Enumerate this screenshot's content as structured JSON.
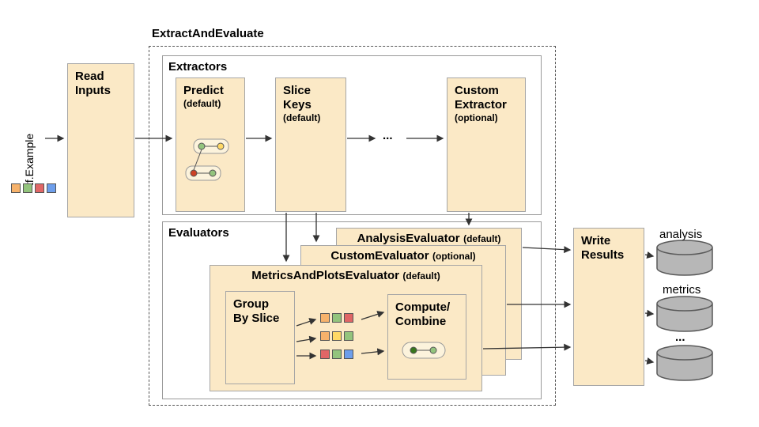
{
  "diagram_title": "ExtractAndEvaluate",
  "colors": {
    "node_fill": "#fbe9c6",
    "cylinder_fill": "#b7b7b7",
    "cylinder_stroke": "#595959",
    "orange": "#f6b26b",
    "green": "#93c47d",
    "red": "#e06666",
    "blue": "#6d9eeb",
    "yellow": "#ffd966"
  },
  "input": {
    "label": "tf.Example",
    "squares": [
      "#f6b26b",
      "#93c47d",
      "#e06666",
      "#6d9eeb"
    ]
  },
  "read_inputs": {
    "line1": "Read",
    "line2": "Inputs"
  },
  "extractors": {
    "label": "Extractors",
    "predict": {
      "title": "Predict",
      "qualifier": "(default)"
    },
    "slice_keys": {
      "line1": "Slice",
      "line2": "Keys",
      "qualifier": "(default)"
    },
    "ellipsis": "...",
    "custom_extractor": {
      "line1": "Custom",
      "line2": "Extractor",
      "qualifier": "(optional)"
    }
  },
  "evaluators": {
    "label": "Evaluators",
    "analysis_evaluator": {
      "title": "AnalysisEvaluator",
      "qualifier": "(default)"
    },
    "custom_evaluator": {
      "title": "CustomEvaluator",
      "qualifier": "(optional)"
    },
    "metrics_and_plots_evaluator": {
      "title": "MetricsAndPlotsEvaluator",
      "qualifier": "(default)"
    },
    "group_by_slice": {
      "line1": "Group",
      "line2": "By Slice"
    },
    "slice_grid": [
      [
        "#f6b26b",
        "#93c47d",
        "#e06666"
      ],
      [
        "#f6b26b",
        "#ffd966",
        "#93c47d"
      ],
      [
        "#e06666",
        "#93c47d",
        "#6d9eeb"
      ]
    ],
    "compute_combine": {
      "line1": "Compute/",
      "line2": "Combine"
    }
  },
  "write_results": {
    "line1": "Write",
    "line2": "Results"
  },
  "outputs": {
    "analysis": "analysis",
    "metrics": "metrics",
    "ellipsis": "..."
  }
}
